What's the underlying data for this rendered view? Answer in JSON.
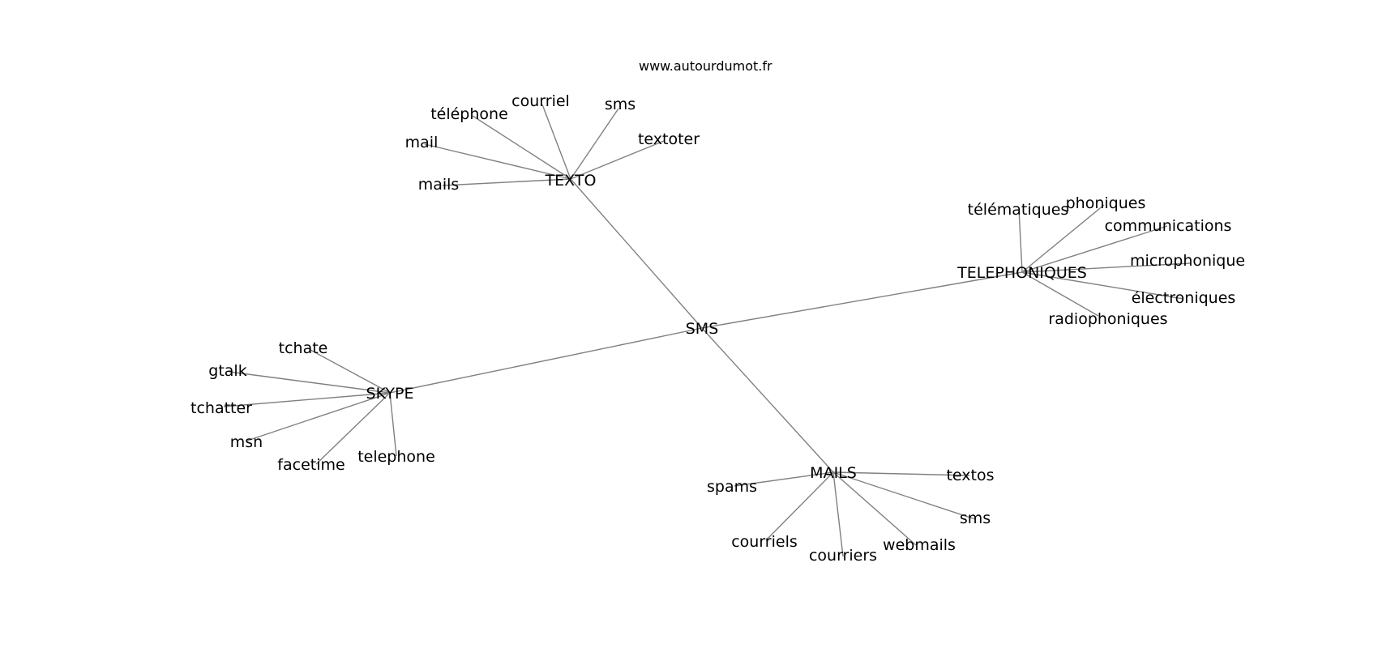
{
  "watermark": "www.autourdumot.fr",
  "center": {
    "id": "sms_center",
    "label": "SMS"
  },
  "hubs": [
    {
      "id": "texto",
      "label": "TEXTO",
      "leaves": [
        {
          "id": "texto_telephone",
          "label": "téléphone"
        },
        {
          "id": "texto_courriel",
          "label": "courriel"
        },
        {
          "id": "texto_sms",
          "label": "sms"
        },
        {
          "id": "texto_textoter",
          "label": "textoter"
        },
        {
          "id": "texto_mail",
          "label": "mail"
        },
        {
          "id": "texto_mails",
          "label": "mails"
        }
      ]
    },
    {
      "id": "telephoniques",
      "label": "TELEPHONIQUES",
      "leaves": [
        {
          "id": "tel_telematiques",
          "label": "télématiques"
        },
        {
          "id": "tel_phoniques",
          "label": "phoniques"
        },
        {
          "id": "tel_communications",
          "label": "communications"
        },
        {
          "id": "tel_microphoniques",
          "label": "microphoniques"
        },
        {
          "id": "tel_electroniques",
          "label": "électroniques"
        },
        {
          "id": "tel_radiophoniques",
          "label": "radiophoniques"
        }
      ]
    },
    {
      "id": "skype",
      "label": "SKYPE",
      "leaves": [
        {
          "id": "skype_tchate",
          "label": "tchate"
        },
        {
          "id": "skype_gtalk",
          "label": "gtalk"
        },
        {
          "id": "skype_tchatter",
          "label": "tchatter"
        },
        {
          "id": "skype_msn",
          "label": "msn"
        },
        {
          "id": "skype_facetime",
          "label": "facetime"
        },
        {
          "id": "skype_telephone",
          "label": "telephone"
        }
      ]
    },
    {
      "id": "mails",
      "label": "MAILS",
      "leaves": [
        {
          "id": "mails_spams",
          "label": "spams"
        },
        {
          "id": "mails_textos",
          "label": "textos"
        },
        {
          "id": "mails_sms",
          "label": "sms"
        },
        {
          "id": "mails_courriels",
          "label": "courriels"
        },
        {
          "id": "mails_courriers",
          "label": "courriers"
        },
        {
          "id": "mails_webmails",
          "label": "webmails"
        }
      ]
    }
  ]
}
